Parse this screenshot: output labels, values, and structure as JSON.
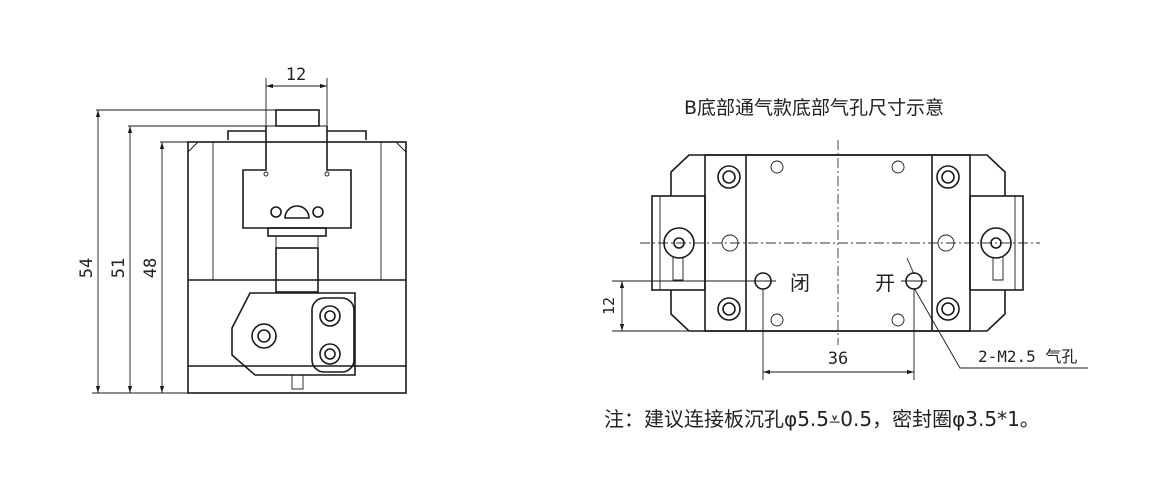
{
  "left_view": {
    "dim_width": "12",
    "dim_height_1": "54",
    "dim_height_2": "51",
    "dim_height_3": "48"
  },
  "right_view": {
    "title": "B底部通气款底部气孔尺寸示意",
    "label_close": "闭",
    "label_open": "开",
    "dim_offset": "12",
    "dim_spacing": "36",
    "callout": "2-M2.5 气孔"
  },
  "note": "注：建议连接板沉孔φ5.5⩡0.5，密封圈φ3.5*1。"
}
